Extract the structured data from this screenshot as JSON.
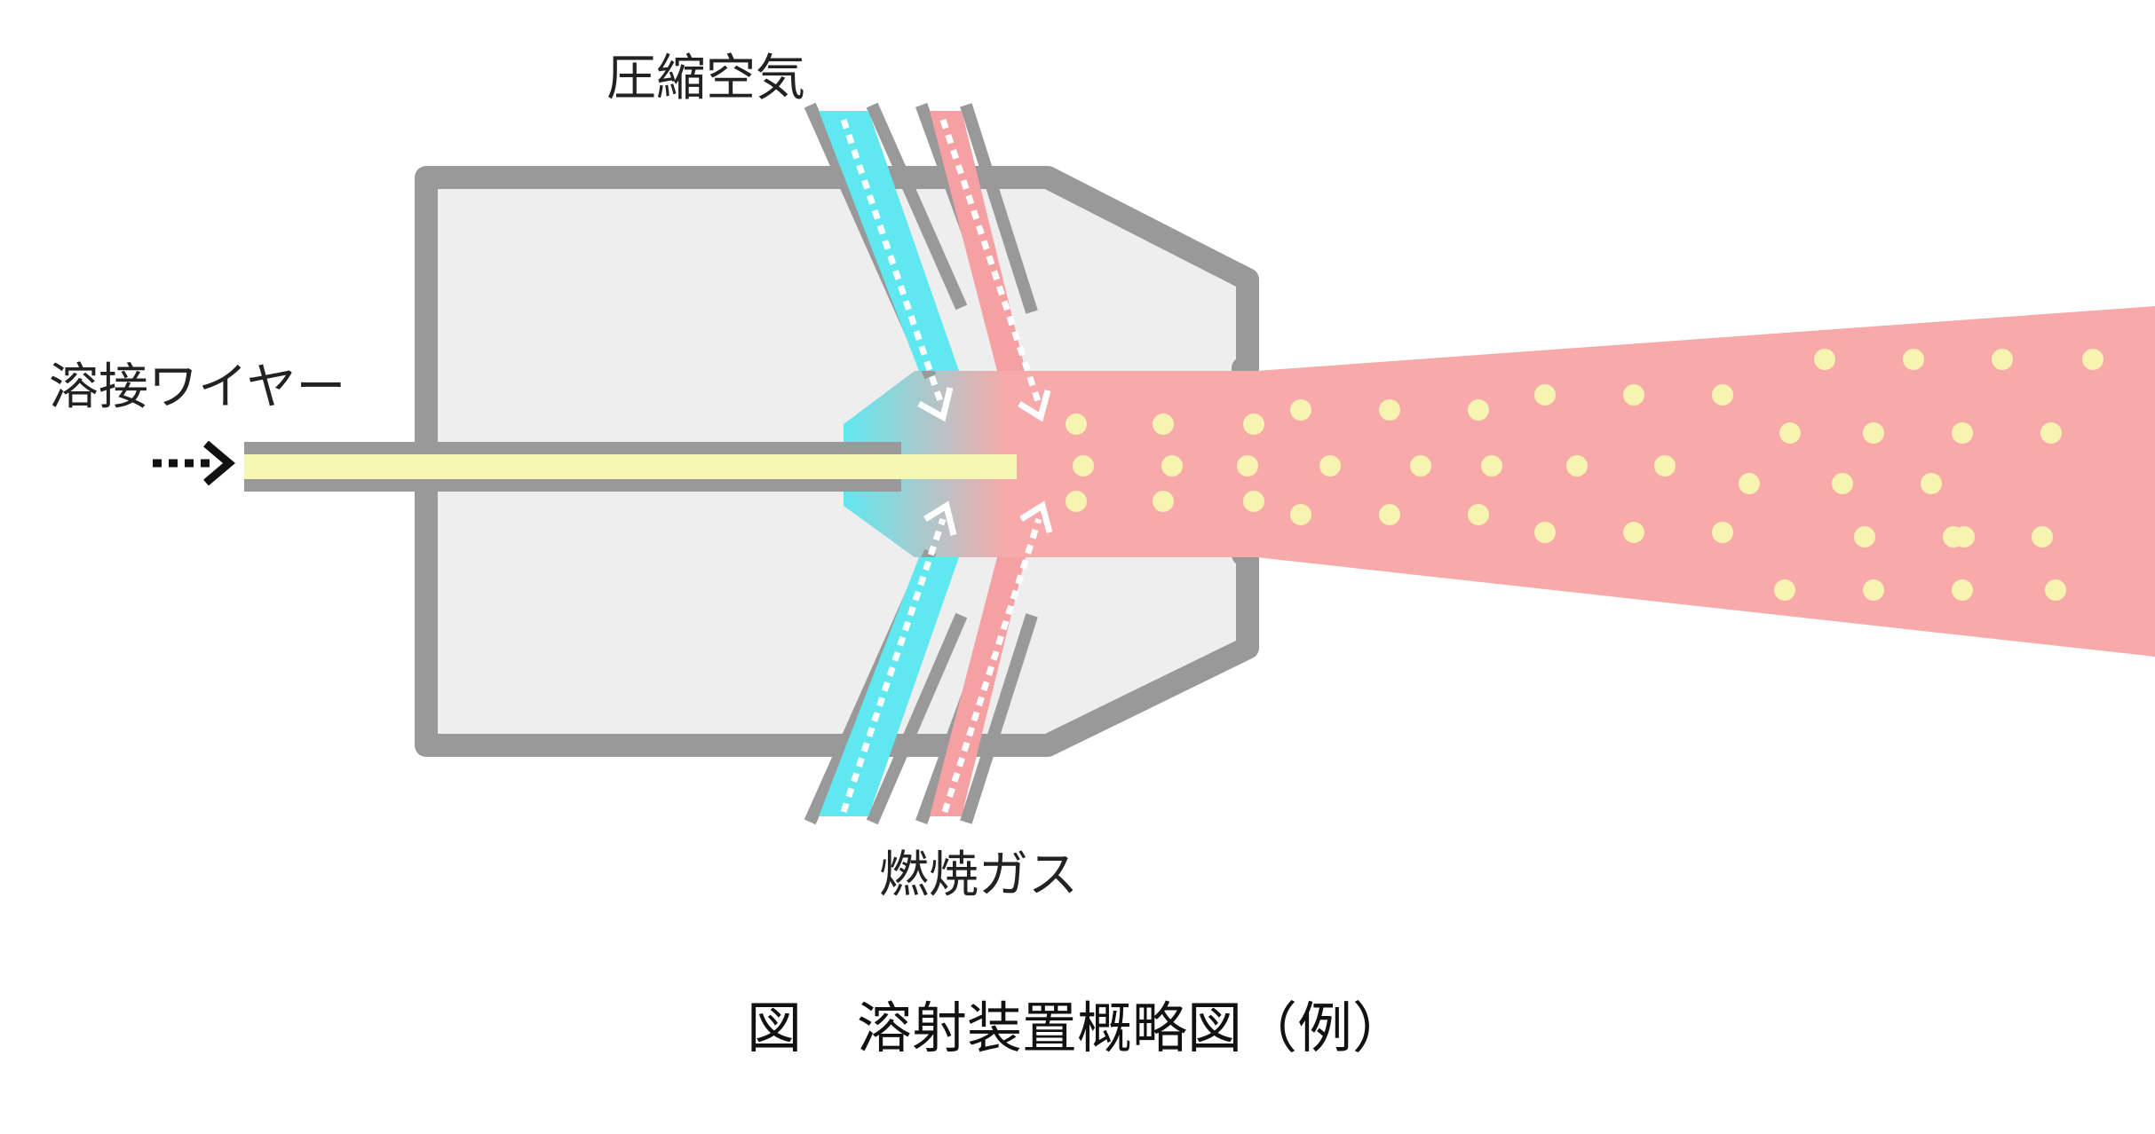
{
  "labels": {
    "compressed_air": "圧縮空気",
    "welding_wire": "溶接ワイヤー",
    "combustion_gas": "燃焼ガス"
  },
  "caption": "図　溶射装置概略図（例）",
  "colors": {
    "body_fill": "#eeeeee",
    "body_stroke": "#999999",
    "air": "#5fe8ef",
    "gas": "#f5a0a2",
    "flame": "#f8a9a9",
    "wire": "#f7f7b4",
    "particle": "#f6f4b0",
    "arrow_dots": "#ffffff",
    "feed_arrow": "#111111"
  },
  "icons": {
    "feed_arrow": "dotted-chevron-right-icon",
    "flow_arrow": "dotted-arrow-icon"
  }
}
